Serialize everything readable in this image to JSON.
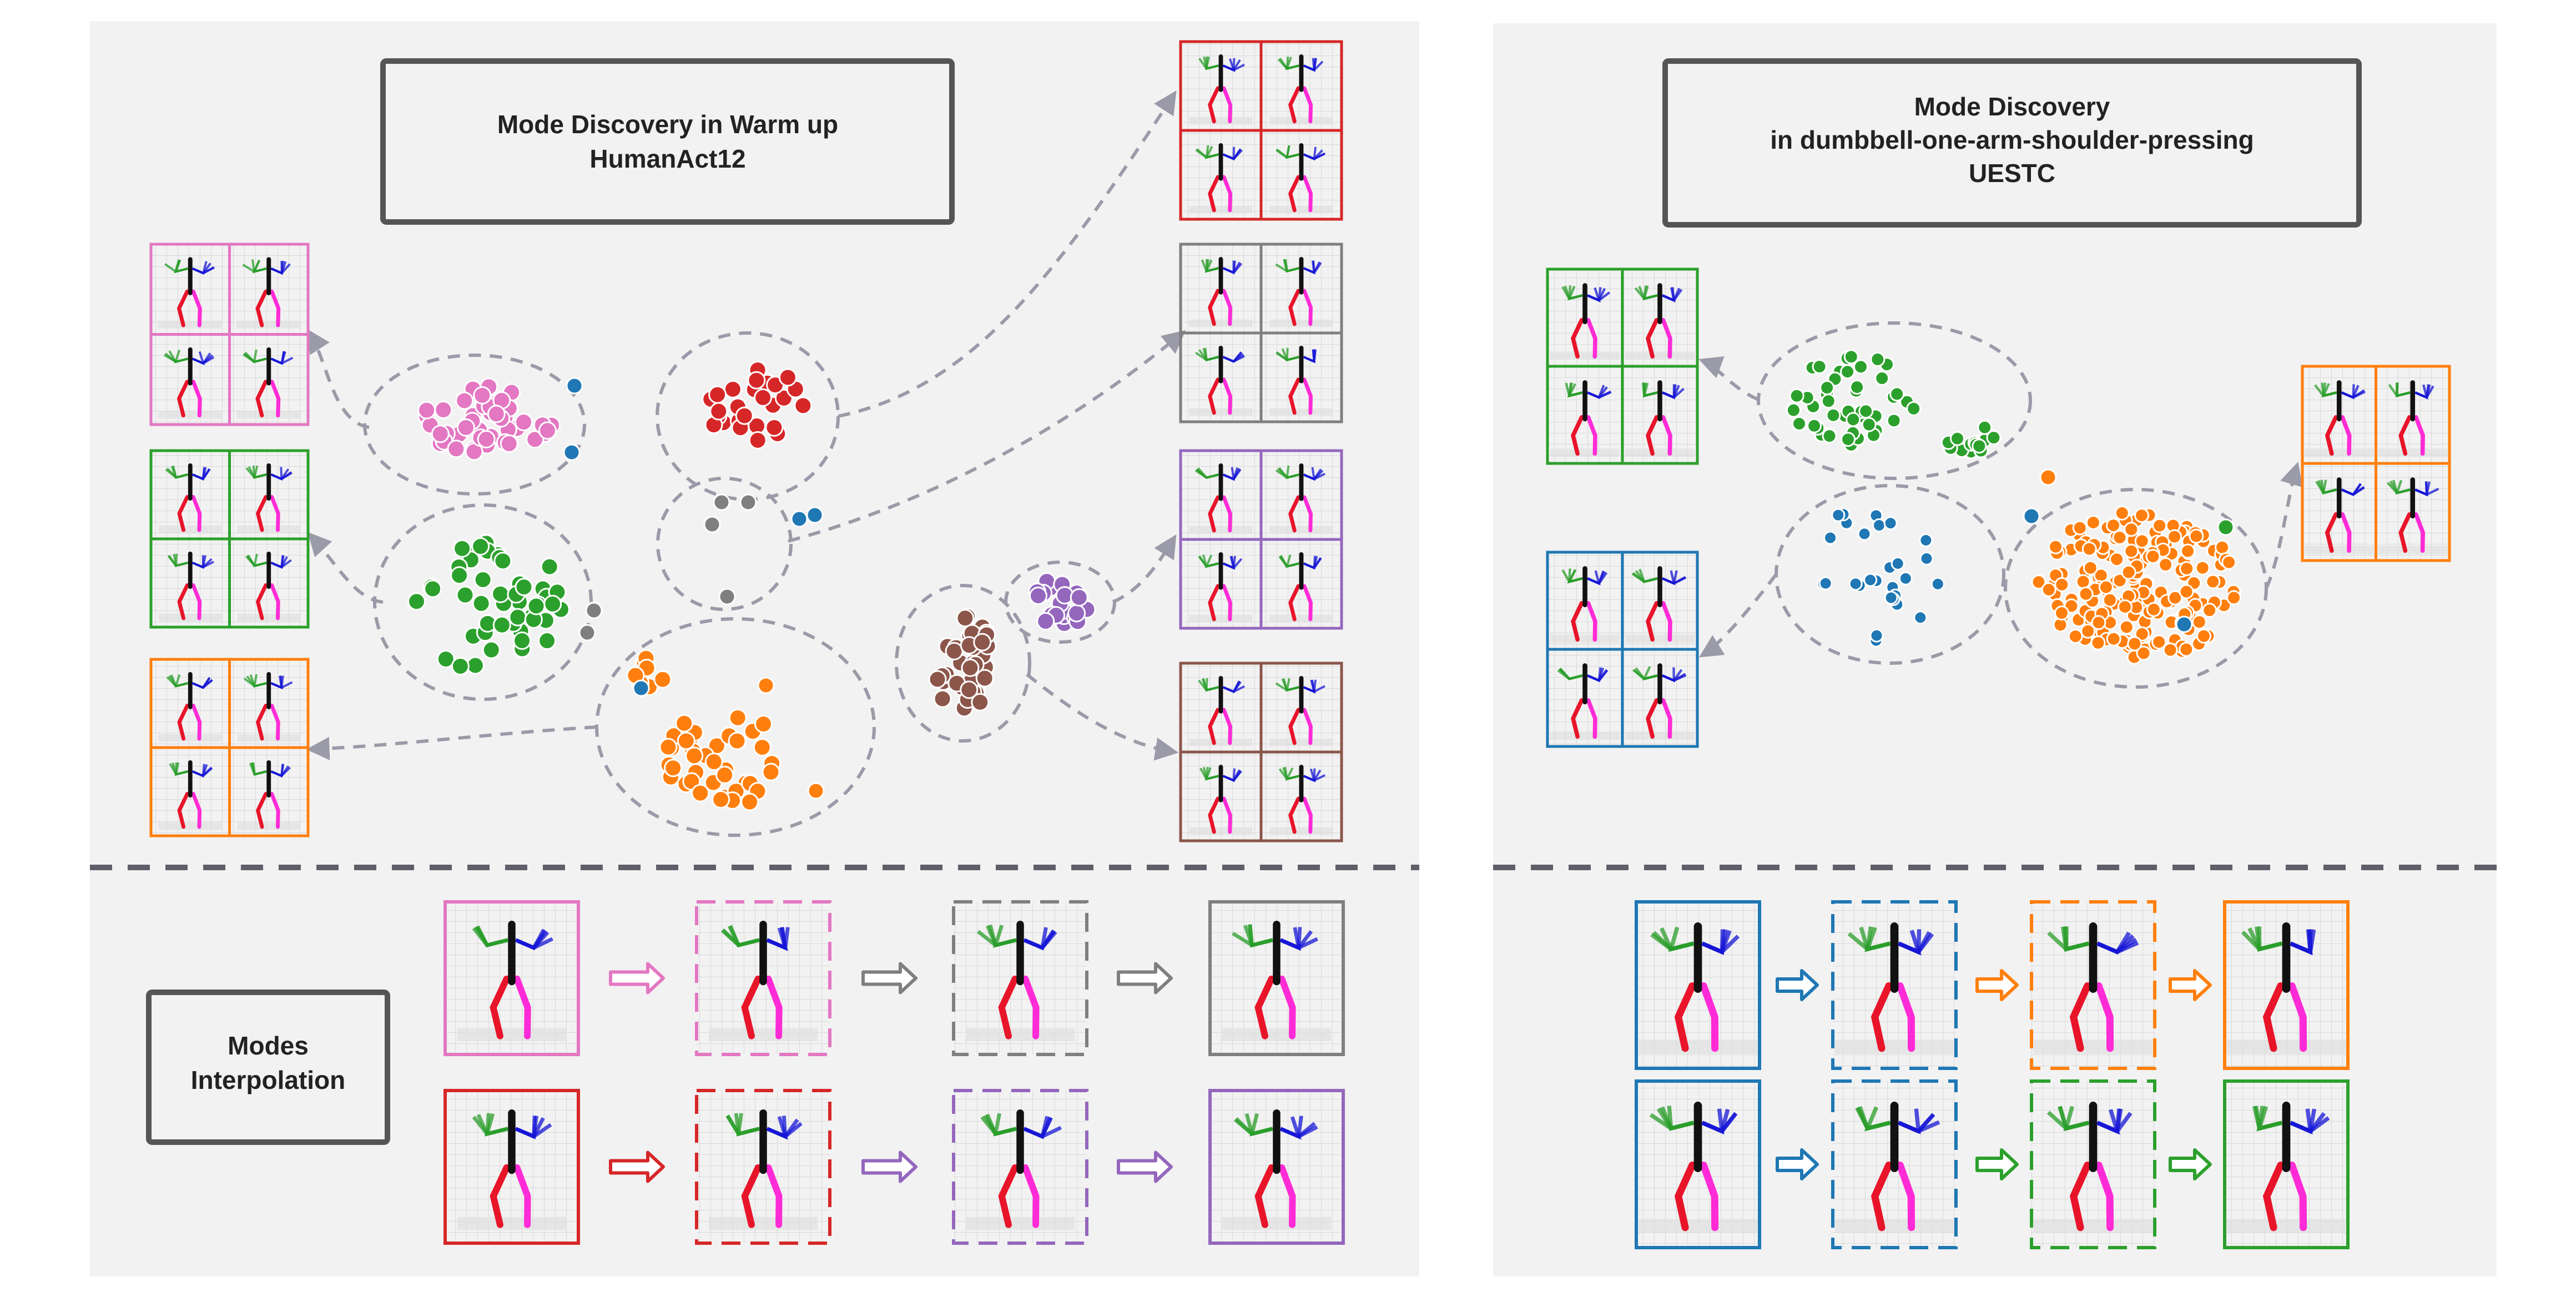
{
  "titles": {
    "humanact_line1": "Mode Discovery in Warm up",
    "humanact_line2": "HumanAct12",
    "uestc_line1": "Mode Discovery",
    "uestc_line2": "in dumbbell-one-arm-shoulder-pressing",
    "uestc_line3": "UESTC",
    "interp_line1": "Modes",
    "interp_line2": "Interpolation"
  },
  "colors": {
    "pink": "#e377c2",
    "green": "#2ca02c",
    "orange": "#ff7f0e",
    "red": "#d62728",
    "gray": "#7f7f7f",
    "purple": "#9467bd",
    "brown": "#8c564b",
    "blue": "#1f77b4",
    "panel": "#f2f2f2",
    "connector": "#9a9aa8",
    "divider": "#5f5f6a"
  },
  "icons": {
    "skeleton": "skeleton-pose-icon",
    "arrow": "right-arrow-icon"
  }
}
